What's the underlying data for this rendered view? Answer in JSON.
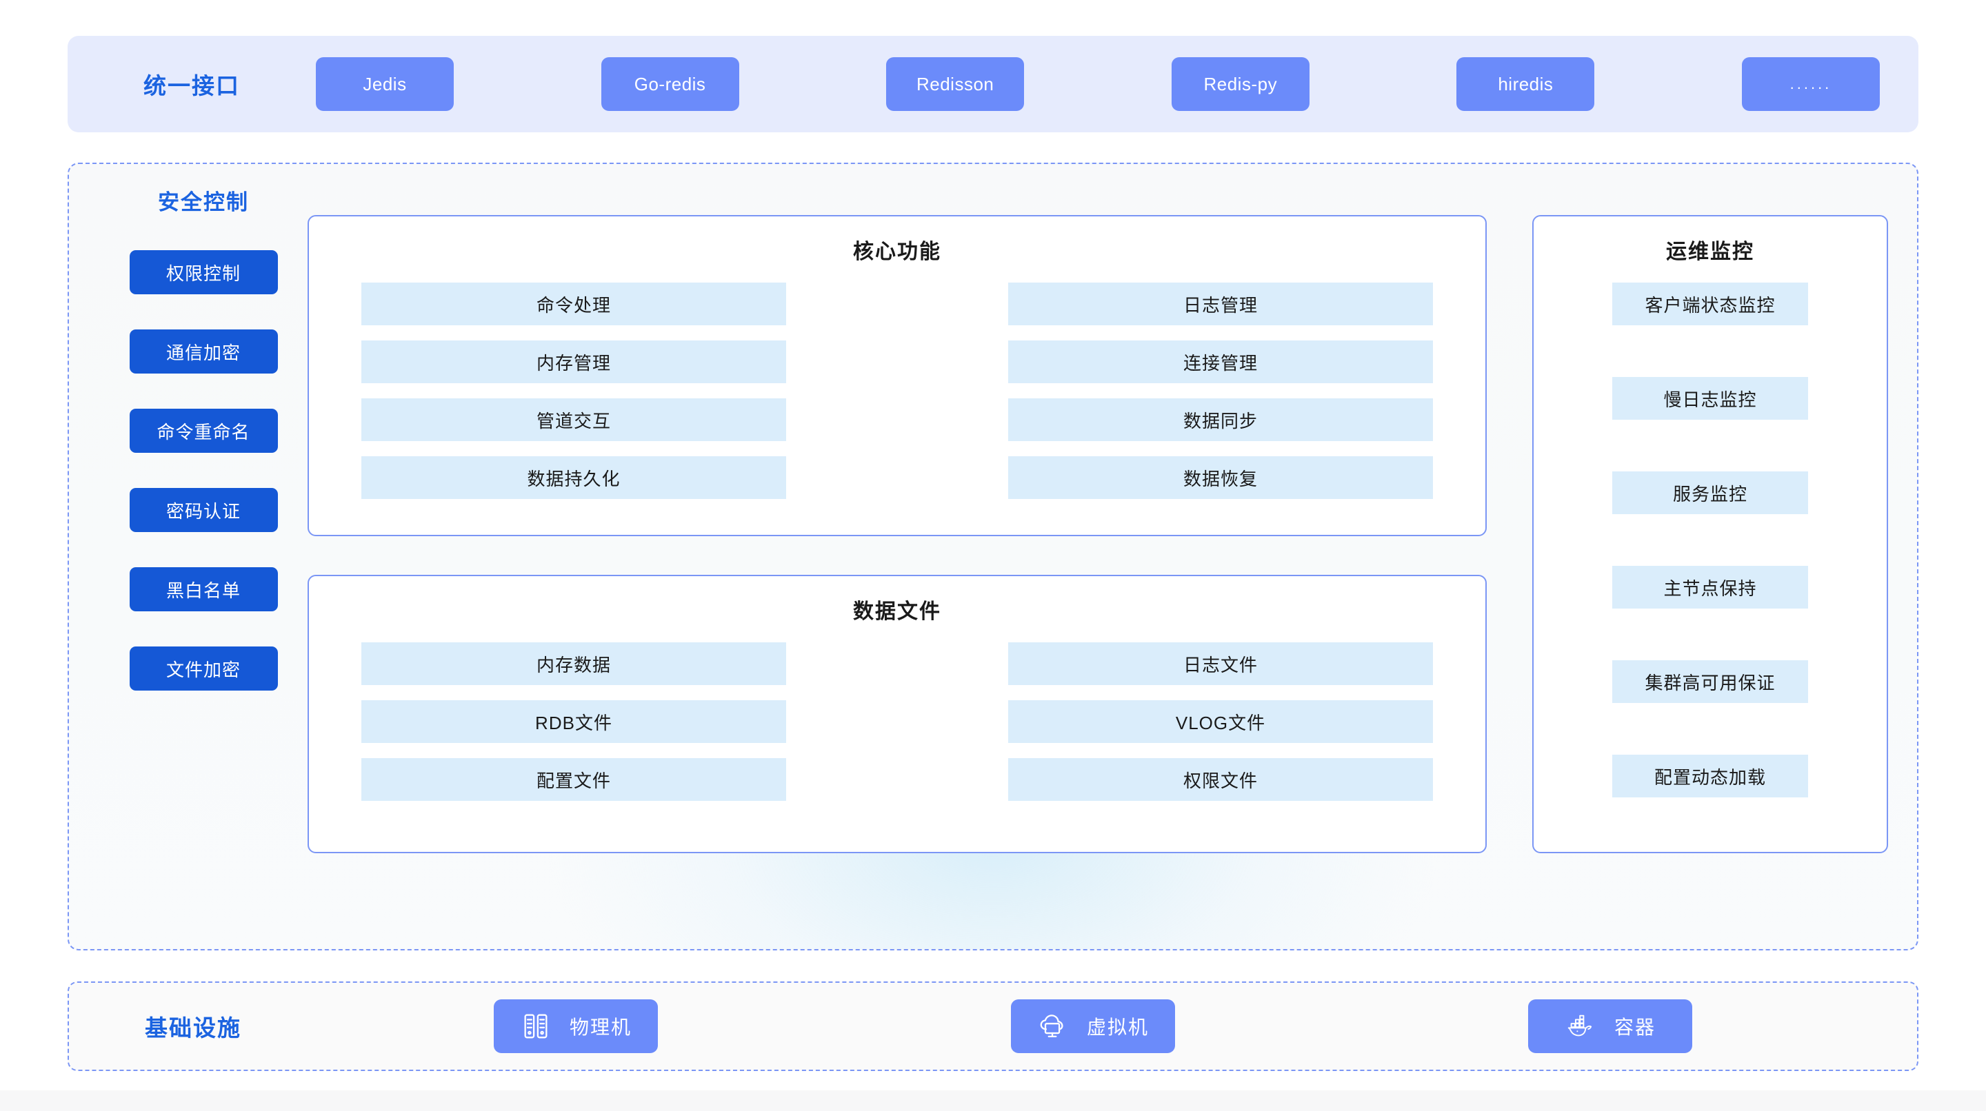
{
  "colors": {
    "brand_blue": "#1b63e0",
    "chip_blue": "#6b8bfa",
    "security_blue": "#1558d6",
    "item_blue": "#daedfb",
    "panel_border": "#7b96f5",
    "top_bar_bg": "#e6ebfd"
  },
  "interface_bar": {
    "title": "统一接口",
    "clients": [
      {
        "label": "Jedis",
        "name": "jedis"
      },
      {
        "label": "Go-redis",
        "name": "go-redis"
      },
      {
        "label": "Redisson",
        "name": "redisson"
      },
      {
        "label": "Redis-py",
        "name": "redis-py"
      },
      {
        "label": "hiredis",
        "name": "hiredis"
      },
      {
        "label": "......",
        "name": "more"
      }
    ]
  },
  "security": {
    "title": "安全控制",
    "items": [
      "权限控制",
      "通信加密",
      "命令重命名",
      "密码认证",
      "黑白名单",
      "文件加密"
    ]
  },
  "core": {
    "title": "核心功能",
    "items": [
      "命令处理",
      "日志管理",
      "内存管理",
      "连接管理",
      "管道交互",
      "数据同步",
      "数据持久化",
      "数据恢复"
    ]
  },
  "files": {
    "title": "数据文件",
    "items": [
      "内存数据",
      "日志文件",
      "RDB文件",
      "VLOG文件",
      "配置文件",
      "权限文件"
    ]
  },
  "ops": {
    "title": "运维监控",
    "items": [
      "客户端状态监控",
      "慢日志监控",
      "服务监控",
      "主节点保持",
      "集群高可用保证",
      "配置动态加载"
    ]
  },
  "infrastructure": {
    "title": "基础设施",
    "items": [
      {
        "label": "物理机",
        "icon": "server-rack-icon"
      },
      {
        "label": "虚拟机",
        "icon": "cloud-monitor-icon"
      },
      {
        "label": "容器",
        "icon": "docker-whale-icon"
      }
    ]
  }
}
